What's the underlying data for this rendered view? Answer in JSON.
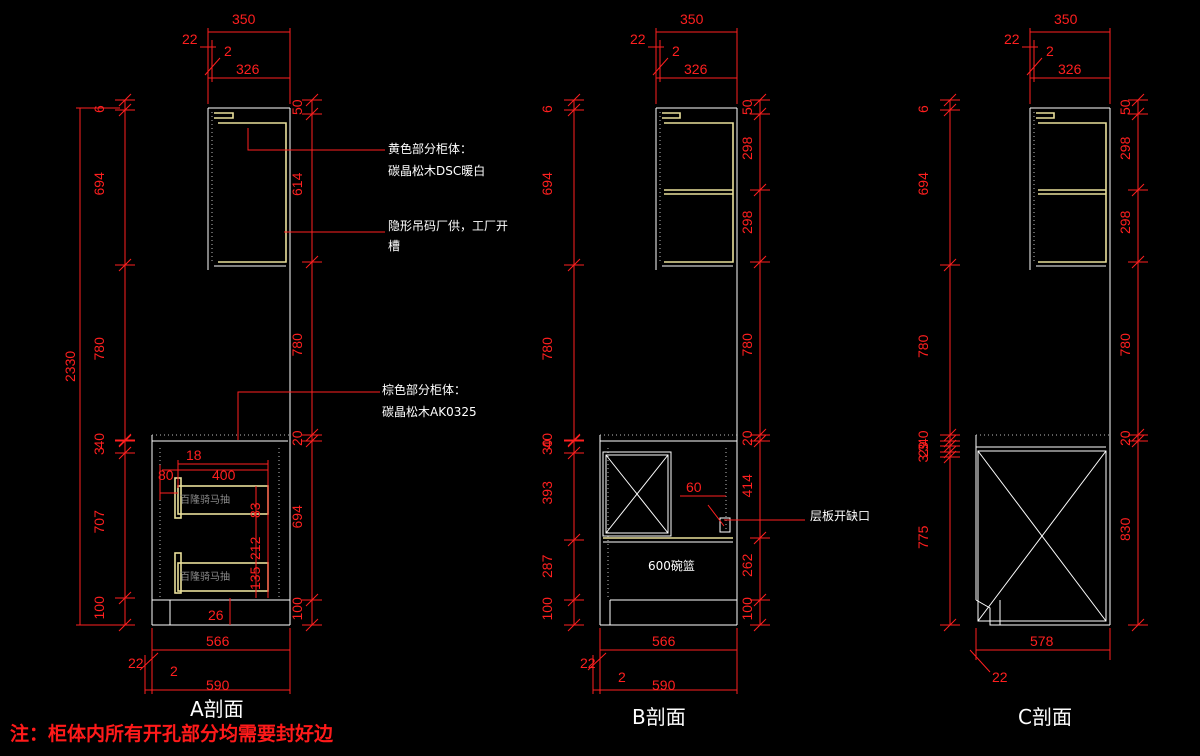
{
  "colors": {
    "background": "#000000",
    "dimension": "#ff1f1f",
    "object": "#ffffff",
    "yellow_panel": "#e9df9a"
  },
  "note": "注：柜体内所有开孔部分均需要封好边",
  "sections": [
    {
      "id": "a",
      "title": "A剖面",
      "top_dims": {
        "overall": "350",
        "left_gap": "22",
        "gap2": "2",
        "inner": "326"
      },
      "bottom_dims": {
        "inner": "566",
        "left_gap": "22",
        "gap2": "2",
        "overall": "590"
      },
      "overall_height": "2330",
      "left_dims": [
        "6",
        "694",
        "780",
        "40",
        "3",
        "707",
        "100"
      ],
      "right_dims": [
        "50",
        "614",
        "780",
        "20",
        "694",
        "100"
      ],
      "inner_dims": {
        "d18": "18",
        "d80": "80",
        "d400": "400",
        "d83": "83",
        "d212": "212",
        "d135": "135",
        "d26": "26"
      },
      "drawer_labels": [
        "百隆骑马抽",
        "百隆骑马抽"
      ],
      "callouts": [
        {
          "lines": [
            "黄色部分柜体：",
            "碳晶松木DSC暖白"
          ]
        },
        {
          "lines": [
            "隐形吊码厂供，工厂开",
            "槽"
          ]
        },
        {
          "lines": [
            "棕色部分柜体：",
            "碳晶松木AK0325"
          ]
        }
      ]
    },
    {
      "id": "b",
      "title": "B剖面",
      "top_dims": {
        "overall": "350",
        "left_gap": "22",
        "gap2": "2",
        "inner": "326"
      },
      "bottom_dims": {
        "inner": "566",
        "left_gap": "22",
        "gap2": "2",
        "overall": "590"
      },
      "left_dims": [
        "6",
        "694",
        "780",
        "40",
        "30",
        "393",
        "287",
        "100"
      ],
      "right_dims": [
        "50",
        "298",
        "298",
        "780",
        "20",
        "414",
        "262",
        "100"
      ],
      "inner_dims": {
        "d60": "60"
      },
      "basket_label": "600碗篮",
      "callouts": [
        {
          "lines": [
            "层板开缺口"
          ]
        }
      ]
    },
    {
      "id": "c",
      "title": "C剖面",
      "top_dims": {
        "overall": "350",
        "left_gap": "22",
        "gap2": "2",
        "inner": "326"
      },
      "bottom_dims": {
        "inner": "578",
        "left_gap": "22"
      },
      "left_dims": [
        "6",
        "694",
        "780",
        "40",
        "3",
        "29",
        "3",
        "775"
      ],
      "right_dims": [
        "50",
        "298",
        "298",
        "780",
        "20",
        "830"
      ]
    }
  ]
}
